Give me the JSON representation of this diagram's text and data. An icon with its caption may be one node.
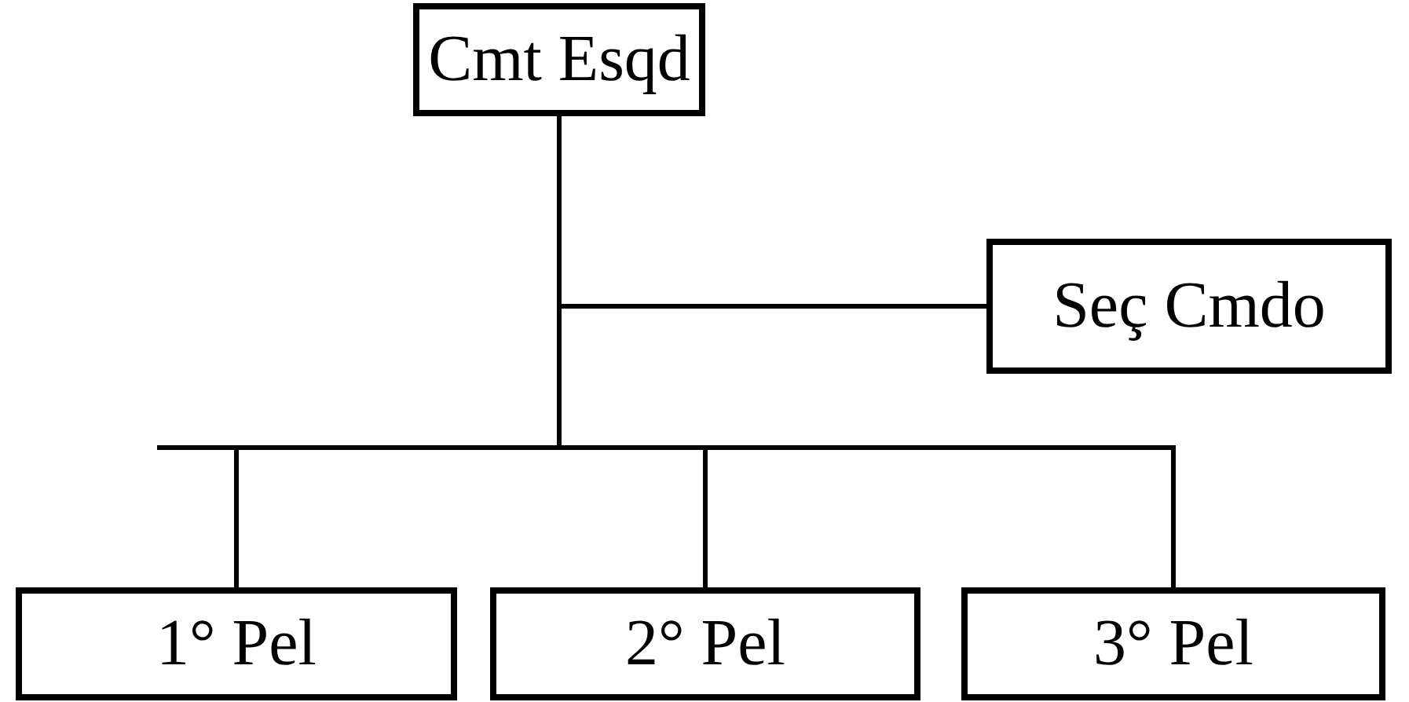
{
  "diagram": {
    "nodes": [
      {
        "text": [
          "Cmt Esqd"
        ]
      },
      {
        "text": [
          "Seç Cmdo"
        ]
      },
      {
        "text": [
          "1° Pel"
        ]
      },
      {
        "text": [
          "2° Pel"
        ]
      },
      {
        "text": [
          "3° Pel"
        ]
      }
    ],
    "edges": [
      {
        "from": 0,
        "to": 1,
        "arrow": "none"
      },
      {
        "from": 0,
        "to": 2,
        "arrow": "none"
      },
      {
        "from": 0,
        "to": 3,
        "arrow": "none"
      },
      {
        "from": 0,
        "to": 4,
        "arrow": "none"
      }
    ]
  }
}
